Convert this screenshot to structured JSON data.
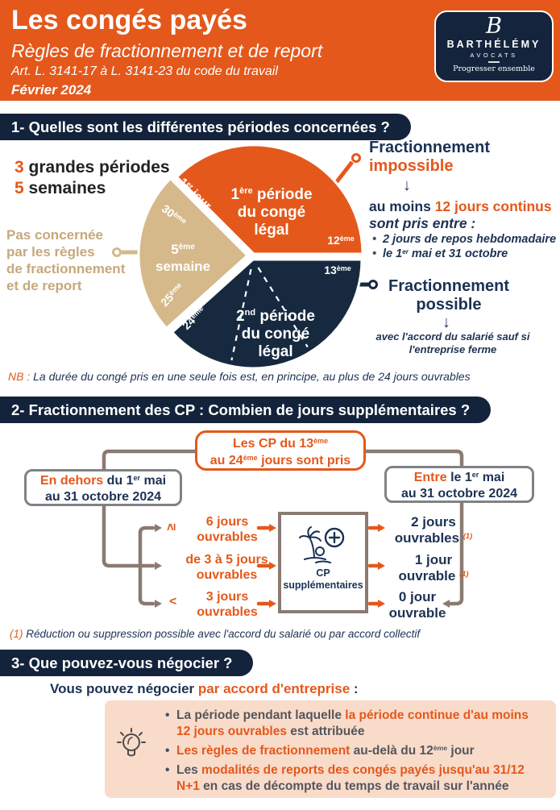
{
  "colors": {
    "orange": "#E4581B",
    "navy_banner": "#13233B",
    "navy_pie": "#16293F",
    "navy_text": "#1C3254",
    "tan": "#D5B98A",
    "tan_text": "#C7A87A",
    "peach": "#F9DBCA",
    "connector_gray": "#8A7A72",
    "body_gray": "#55565B"
  },
  "header": {
    "title": "Les congés payés",
    "subtitle": "Règles de fractionnement et de report",
    "law_ref": "Art. L. 3141-17 à L. 3141-23 du code du travail",
    "date": "Février 2024",
    "logo": {
      "monogram": "B",
      "name": "BARTHÉLÉMY",
      "subtitle": "AVOCATS",
      "tagline": "Progresser ensemble"
    }
  },
  "s1": {
    "banner": "1- Quelles sont les différentes périodes concernées ?",
    "stats": [
      {
        "num": "3",
        "label": " grandes périodes"
      },
      {
        "num": "5",
        "label": " semaines"
      }
    ],
    "aside_lines": [
      "Pas concernée",
      "par les règles",
      "de fractionnement",
      "et de report"
    ],
    "pie": {
      "orange": {
        "l1a": "1",
        "l1sup": "ère",
        "l1b": " période",
        "l2": "du congé",
        "l3": "légal",
        "edge_start_a": "1",
        "edge_start_sup": "er",
        "edge_start_b": " jour",
        "edge_end_a": "12",
        "edge_end_sup": "ème"
      },
      "navy": {
        "l1a": "2",
        "l1sup": "nd",
        "l1b": " période",
        "l2": "du congé",
        "l3": "légal",
        "edge_start_a": "13",
        "edge_start_sup": "ème",
        "edge_end_a": "24",
        "edge_end_sup": "ème"
      },
      "tan": {
        "l1a": "5",
        "l1sup": "ème",
        "l2": "semaine",
        "edge_top_a": "30",
        "edge_top_sup": "ème",
        "edge_bottom_a": "25",
        "edge_bottom_sup": "ème"
      }
    },
    "impossible": {
      "line1": "Fractionnement",
      "line2": "impossible",
      "arrow": "↓",
      "lead_a": "au moins ",
      "lead_b": "12 jours continus",
      "lead_c": "sont pris entre :",
      "bullet1": "2 jours de repos hebdomadaire",
      "bullet2_a": "le 1",
      "bullet2_sup": "er",
      "bullet2_b": " mai et 31 octobre"
    },
    "possible": {
      "line1": "Fractionnement",
      "line2": "possible",
      "arrow": "↓",
      "note_l1": "avec l'accord du salarié sauf si",
      "note_l2": "l'entreprise ferme"
    },
    "nb_label": "NB :",
    "nb_text": " La durée du congé pris en une seule fois est, en principe, au plus de 24 jours ouvrables"
  },
  "s2": {
    "banner": "2- Fractionnement des CP : Combien de jours supplémentaires ?",
    "top_box": {
      "l1a": "Les CP du 13",
      "l1sup": "ème",
      "l2a": "au 24",
      "l2sup": "ème",
      "l2b": " jours sont pris"
    },
    "left_box": {
      "hl": "En dehors",
      "l1a": " du 1",
      "l1sup": "er",
      "l1b": " mai",
      "l2": "au 31 octobre 2024"
    },
    "right_box": {
      "hl": "Entre",
      "l1a": " le 1",
      "l1sup": "er",
      "l1b": " mai",
      "l2": "au 31 octobre 2024"
    },
    "left_items": [
      {
        "sym": "≥",
        "l1": "6 jours",
        "l2": "ouvrables"
      },
      {
        "sym": "",
        "l1": "de 3 à 5 jours",
        "l2": "ouvrables"
      },
      {
        "sym": "<",
        "l1": "3 jours",
        "l2": "ouvrables"
      }
    ],
    "cp_box": {
      "l1": "CP",
      "l2": "supplémentaires"
    },
    "right_items": [
      {
        "l1": "2 jours",
        "l2": "ouvrables ",
        "sup": "(1)"
      },
      {
        "l1": "1 jour",
        "l2": "ouvrable ",
        "sup": "(1)"
      },
      {
        "l1": "0 jour",
        "l2": "ouvrable",
        "sup": ""
      }
    ],
    "footnote_label": "(1)",
    "footnote_text": " Réduction ou suppression possible avec l'accord du salarié ou par accord collectif"
  },
  "s3": {
    "banner": "3- Que pouvez-vous négocier ?",
    "intro_a": "Vous pouvez négocier ",
    "intro_b": "par accord d'entreprise",
    "intro_c": " :",
    "b1": {
      "dark1": "La période pendant laquelle ",
      "orange": "la période continue d'au moins 12 jours ouvrables",
      "dark2": " est attribuée"
    },
    "b2": {
      "orange": "Les règles de fractionnement",
      "dark1": " au-delà du 12",
      "sup": "ème",
      "dark2": " jour"
    },
    "b3": {
      "dark1": "Les ",
      "orange": "modalités de reports des congés payés jusqu'au 31/12 N+1",
      "dark2": " en cas de décompte du temps de travail sur l'année"
    }
  }
}
